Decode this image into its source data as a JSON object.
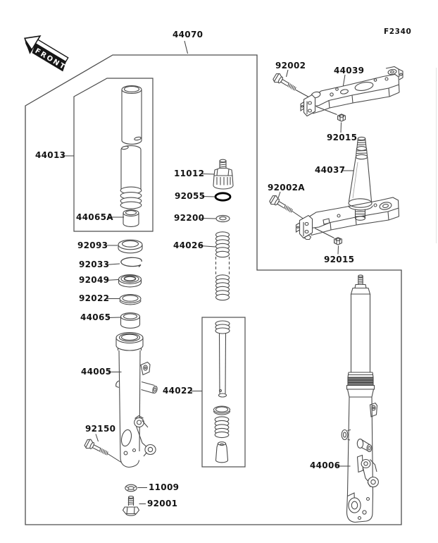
{
  "diagram": {
    "fiche_code": "F2340",
    "front_marker": "FRONT",
    "assembly_ref": "44070",
    "part_labels": {
      "l44070": "44070",
      "l92002": "92002",
      "l44039": "44039",
      "l92015_upper": "92015",
      "l44037": "44037",
      "l92002a": "92002A",
      "l92015_lower": "92015",
      "l44013": "44013",
      "l44065a": "44065A",
      "l11012": "11012",
      "l92055": "92055",
      "l92200": "92200",
      "l44026": "44026",
      "l92093": "92093",
      "l92033": "92033",
      "l92049": "92049",
      "l92022": "92022",
      "l44065": "44065",
      "l44005": "44005",
      "l44022": "44022",
      "l92150": "92150",
      "l11009": "11009",
      "l92001": "92001",
      "l44006": "44006"
    },
    "colors": {
      "line": "#4a4a4a",
      "text": "#141414",
      "oring": "#000000",
      "seal_band": "#787878"
    }
  }
}
